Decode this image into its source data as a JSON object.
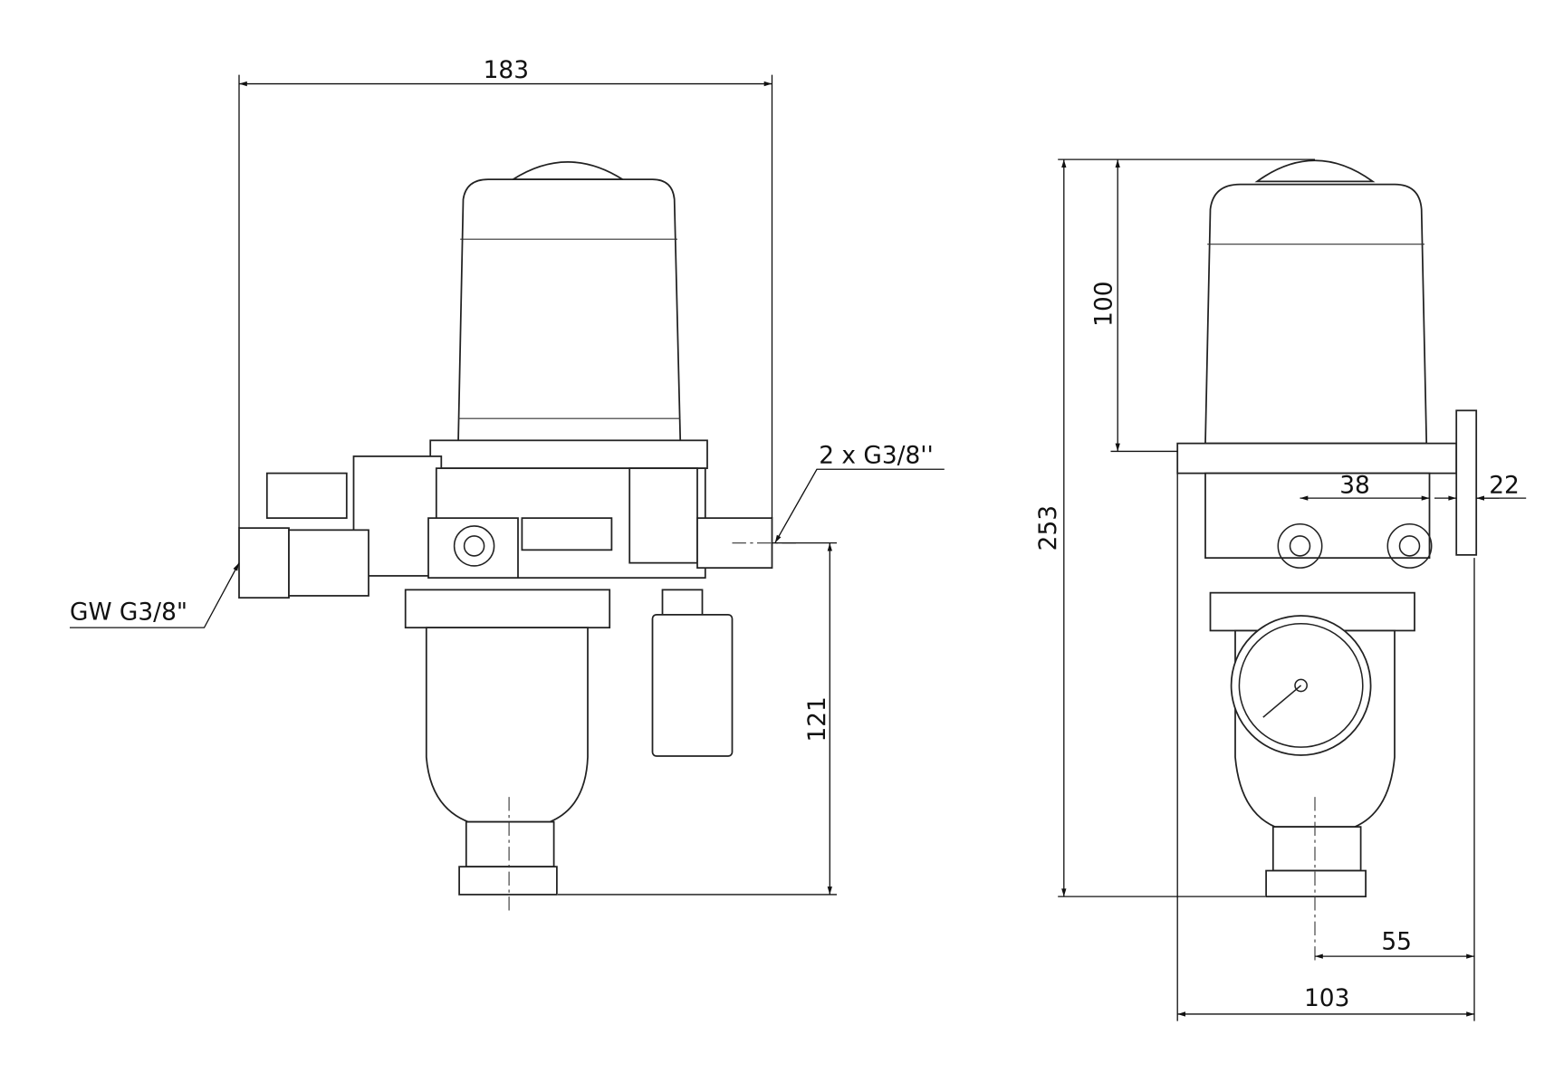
{
  "front_view": {
    "width_dim": "183",
    "height_dim": "121",
    "inlet_label": "GW G3/8\"",
    "outlet_label": "2 x G3/8''"
  },
  "side_view": {
    "total_height_dim": "253",
    "top_height_dim": "100",
    "port_spacing_dim": "38",
    "bracket_dim": "22",
    "offset_dim": "55",
    "depth_dim": "103"
  }
}
